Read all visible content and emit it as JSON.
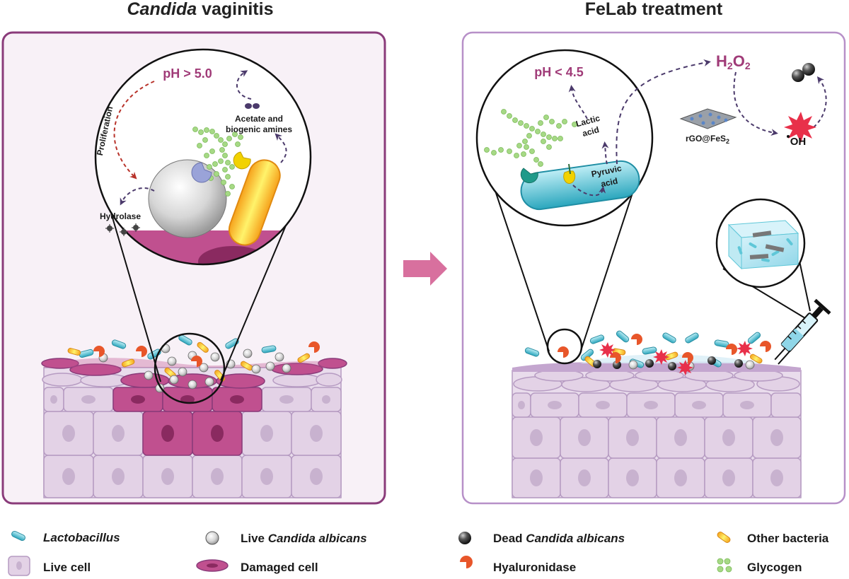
{
  "left_panel": {
    "title_italic": "Candida",
    "title_rest": " vaginitis",
    "ph_label": "pH > 5.0",
    "proliferation_label": "Proliferation",
    "hydrolase_label": "Hydrolase",
    "metabolite_label_1": "Acetate and",
    "metabolite_label_2": "biogenic amines"
  },
  "right_panel": {
    "title": "FeLab treatment",
    "ph_label": "pH < 4.5",
    "lactic_label_1": "Lactic",
    "lactic_label_2": "acid",
    "pyruvic_label_1": "Pyruvic",
    "pyruvic_label_2": "acid",
    "h2o2_main": "H",
    "h2o2_sub1": "2",
    "h2o2_mid": "O",
    "h2o2_sub2": "2",
    "catalyst_label": "rGO@FeS",
    "catalyst_sub": "2",
    "radical_label": "OH",
    "burst_label": "OH"
  },
  "legend": [
    {
      "italic": "Lactobacillus",
      "text": "",
      "icon": "lactobacillus-icon"
    },
    {
      "italic": "",
      "text": "Live cell",
      "icon": "live-cell-icon"
    },
    {
      "pre": "Live ",
      "italic": "Candida albicans",
      "icon": "live-candida-icon"
    },
    {
      "italic": "",
      "text": "Damaged cell",
      "icon": "damaged-cell-icon"
    },
    {
      "pre": "Dead ",
      "italic": "Candida albicans",
      "icon": "dead-candida-icon"
    },
    {
      "italic": "",
      "text": "Hyaluronidase",
      "icon": "hyaluronidase-icon"
    },
    {
      "italic": "",
      "text": "Other bacteria",
      "icon": "other-bacteria-icon"
    },
    {
      "italic": "",
      "text": "Glycogen",
      "icon": "glycogen-icon"
    }
  ],
  "colors": {
    "panel_left_border": "#8a3b7a",
    "panel_left_fill": "#f8f1f7",
    "panel_right_border": "#b790c8",
    "panel_right_fill": "#ffffff",
    "live_cell": "#e8d8ea",
    "damaged_cell": "#c0508f",
    "lactobacillus": "#5fc7d8",
    "hyaluronidase": "#e8562a",
    "glycogen": "#a6d985",
    "other_bacteria": "#f2cc3a",
    "arrow_main": "#d8709e",
    "ph_text": "#a03b78"
  }
}
